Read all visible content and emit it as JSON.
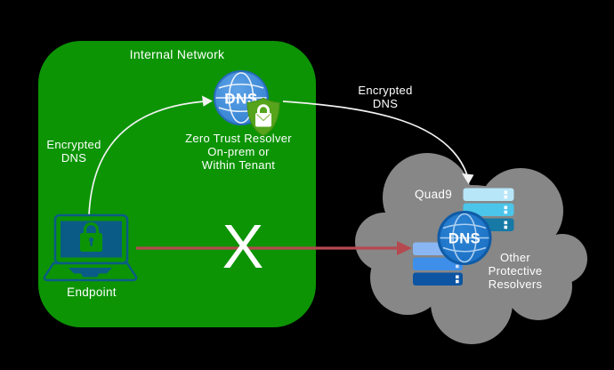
{
  "diagram": {
    "internal_network_title": "Internal Network",
    "encrypted_dns_left": {
      "line1": "Encrypted",
      "line2": "DNS"
    },
    "encrypted_dns_right": {
      "line1": "Encrypted",
      "line2": "DNS"
    },
    "resolver_caption": {
      "line1": "Zero Trust Resolver",
      "line2": "On-prem or",
      "line3": "Within Tenant"
    },
    "endpoint_label": "Endpoint",
    "quad9_label": "Quad9",
    "other_resolvers": {
      "line1": "Other",
      "line2": "Protective",
      "line3": "Resolvers"
    },
    "dns_globe_label": "DNS",
    "blocked_x": "X"
  },
  "colors": {
    "background": "#000000",
    "internal_network_green": "#0c9405",
    "cloud_gray": "#878787",
    "blocked_red": "#b5494f",
    "endpoint_blue": "#0a5c86",
    "resolver_globe_blue": "#3584d6",
    "cloud_globe_blue": "#1d76c6",
    "shield_green": "#55a41c",
    "arrow_white": "#f2f2f2",
    "server_top_colors": [
      "#b7e6f8",
      "#4bc5e9",
      "#1679a6"
    ],
    "server_bottom_colors": [
      "#8ab7f3",
      "#3e8fe9",
      "#0d55a2"
    ]
  }
}
